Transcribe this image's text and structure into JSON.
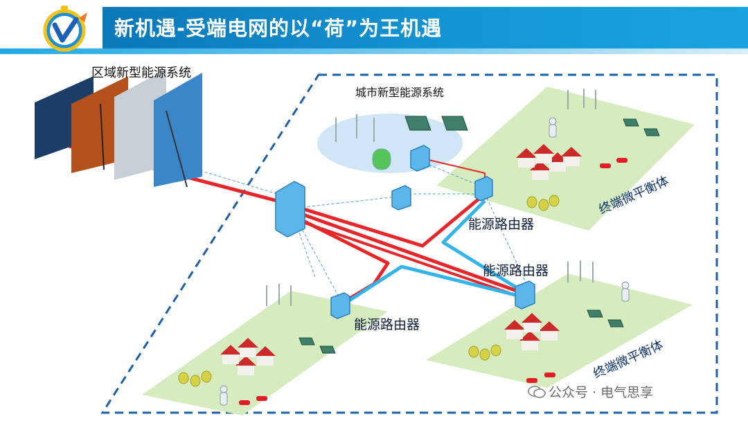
{
  "header": {
    "title": "新机遇-受端电网的以“荷”为王机遇"
  },
  "labels": {
    "regional_system": "区域新型能源系统",
    "city_system": "城市新型能源系统",
    "router_1": "能源路由器",
    "router_2": "能源路由器",
    "router_3": "能源路由器",
    "balance_1": "终端微平衡体",
    "balance_2": "终端微平衡体"
  },
  "watermark": {
    "text": "公众号 · 电气思享"
  },
  "colors": {
    "header_blue": "#1595d3",
    "red_line": "#e8262a",
    "blue_line": "#33b4ea",
    "dashed_border": "#1b5fa8",
    "platform_green": "#cfe8b4"
  }
}
